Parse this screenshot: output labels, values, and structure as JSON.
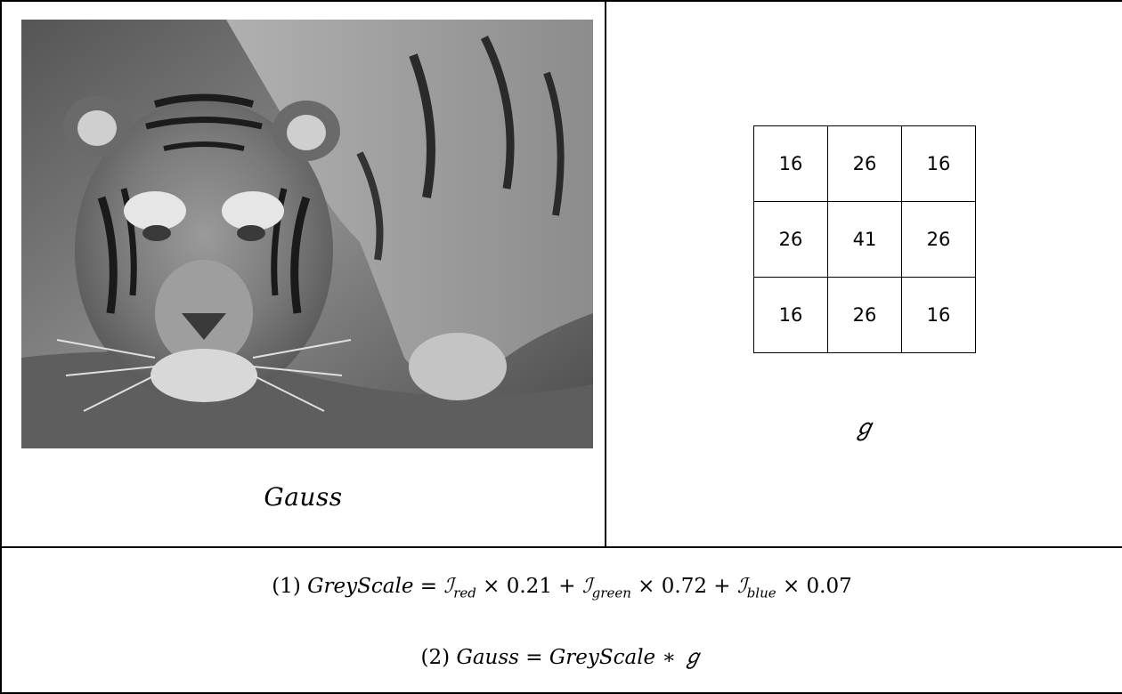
{
  "top_left": {
    "image_alt": "grayscale tiger photograph",
    "caption": "Gauss"
  },
  "top_right": {
    "kernel": [
      [
        "16",
        "26",
        "16"
      ],
      [
        "26",
        "41",
        "26"
      ],
      [
        "16",
        "26",
        "16"
      ]
    ],
    "kernel_label": "ℊ"
  },
  "formulas": {
    "f1": {
      "num": "(1)",
      "lhs": "GreyScale",
      "eq": "=",
      "i": "ℐ",
      "red": "red",
      "red_w": "× 0.21 +",
      "green": "green",
      "green_w": "× 0.72 +",
      "blue": "blue",
      "blue_w": "× 0.07"
    },
    "f2": {
      "num": "(2)",
      "lhs": "Gauss",
      "eq": "=",
      "rhs": "GreyScale",
      "op": "∗",
      "g": "ℊ"
    }
  }
}
